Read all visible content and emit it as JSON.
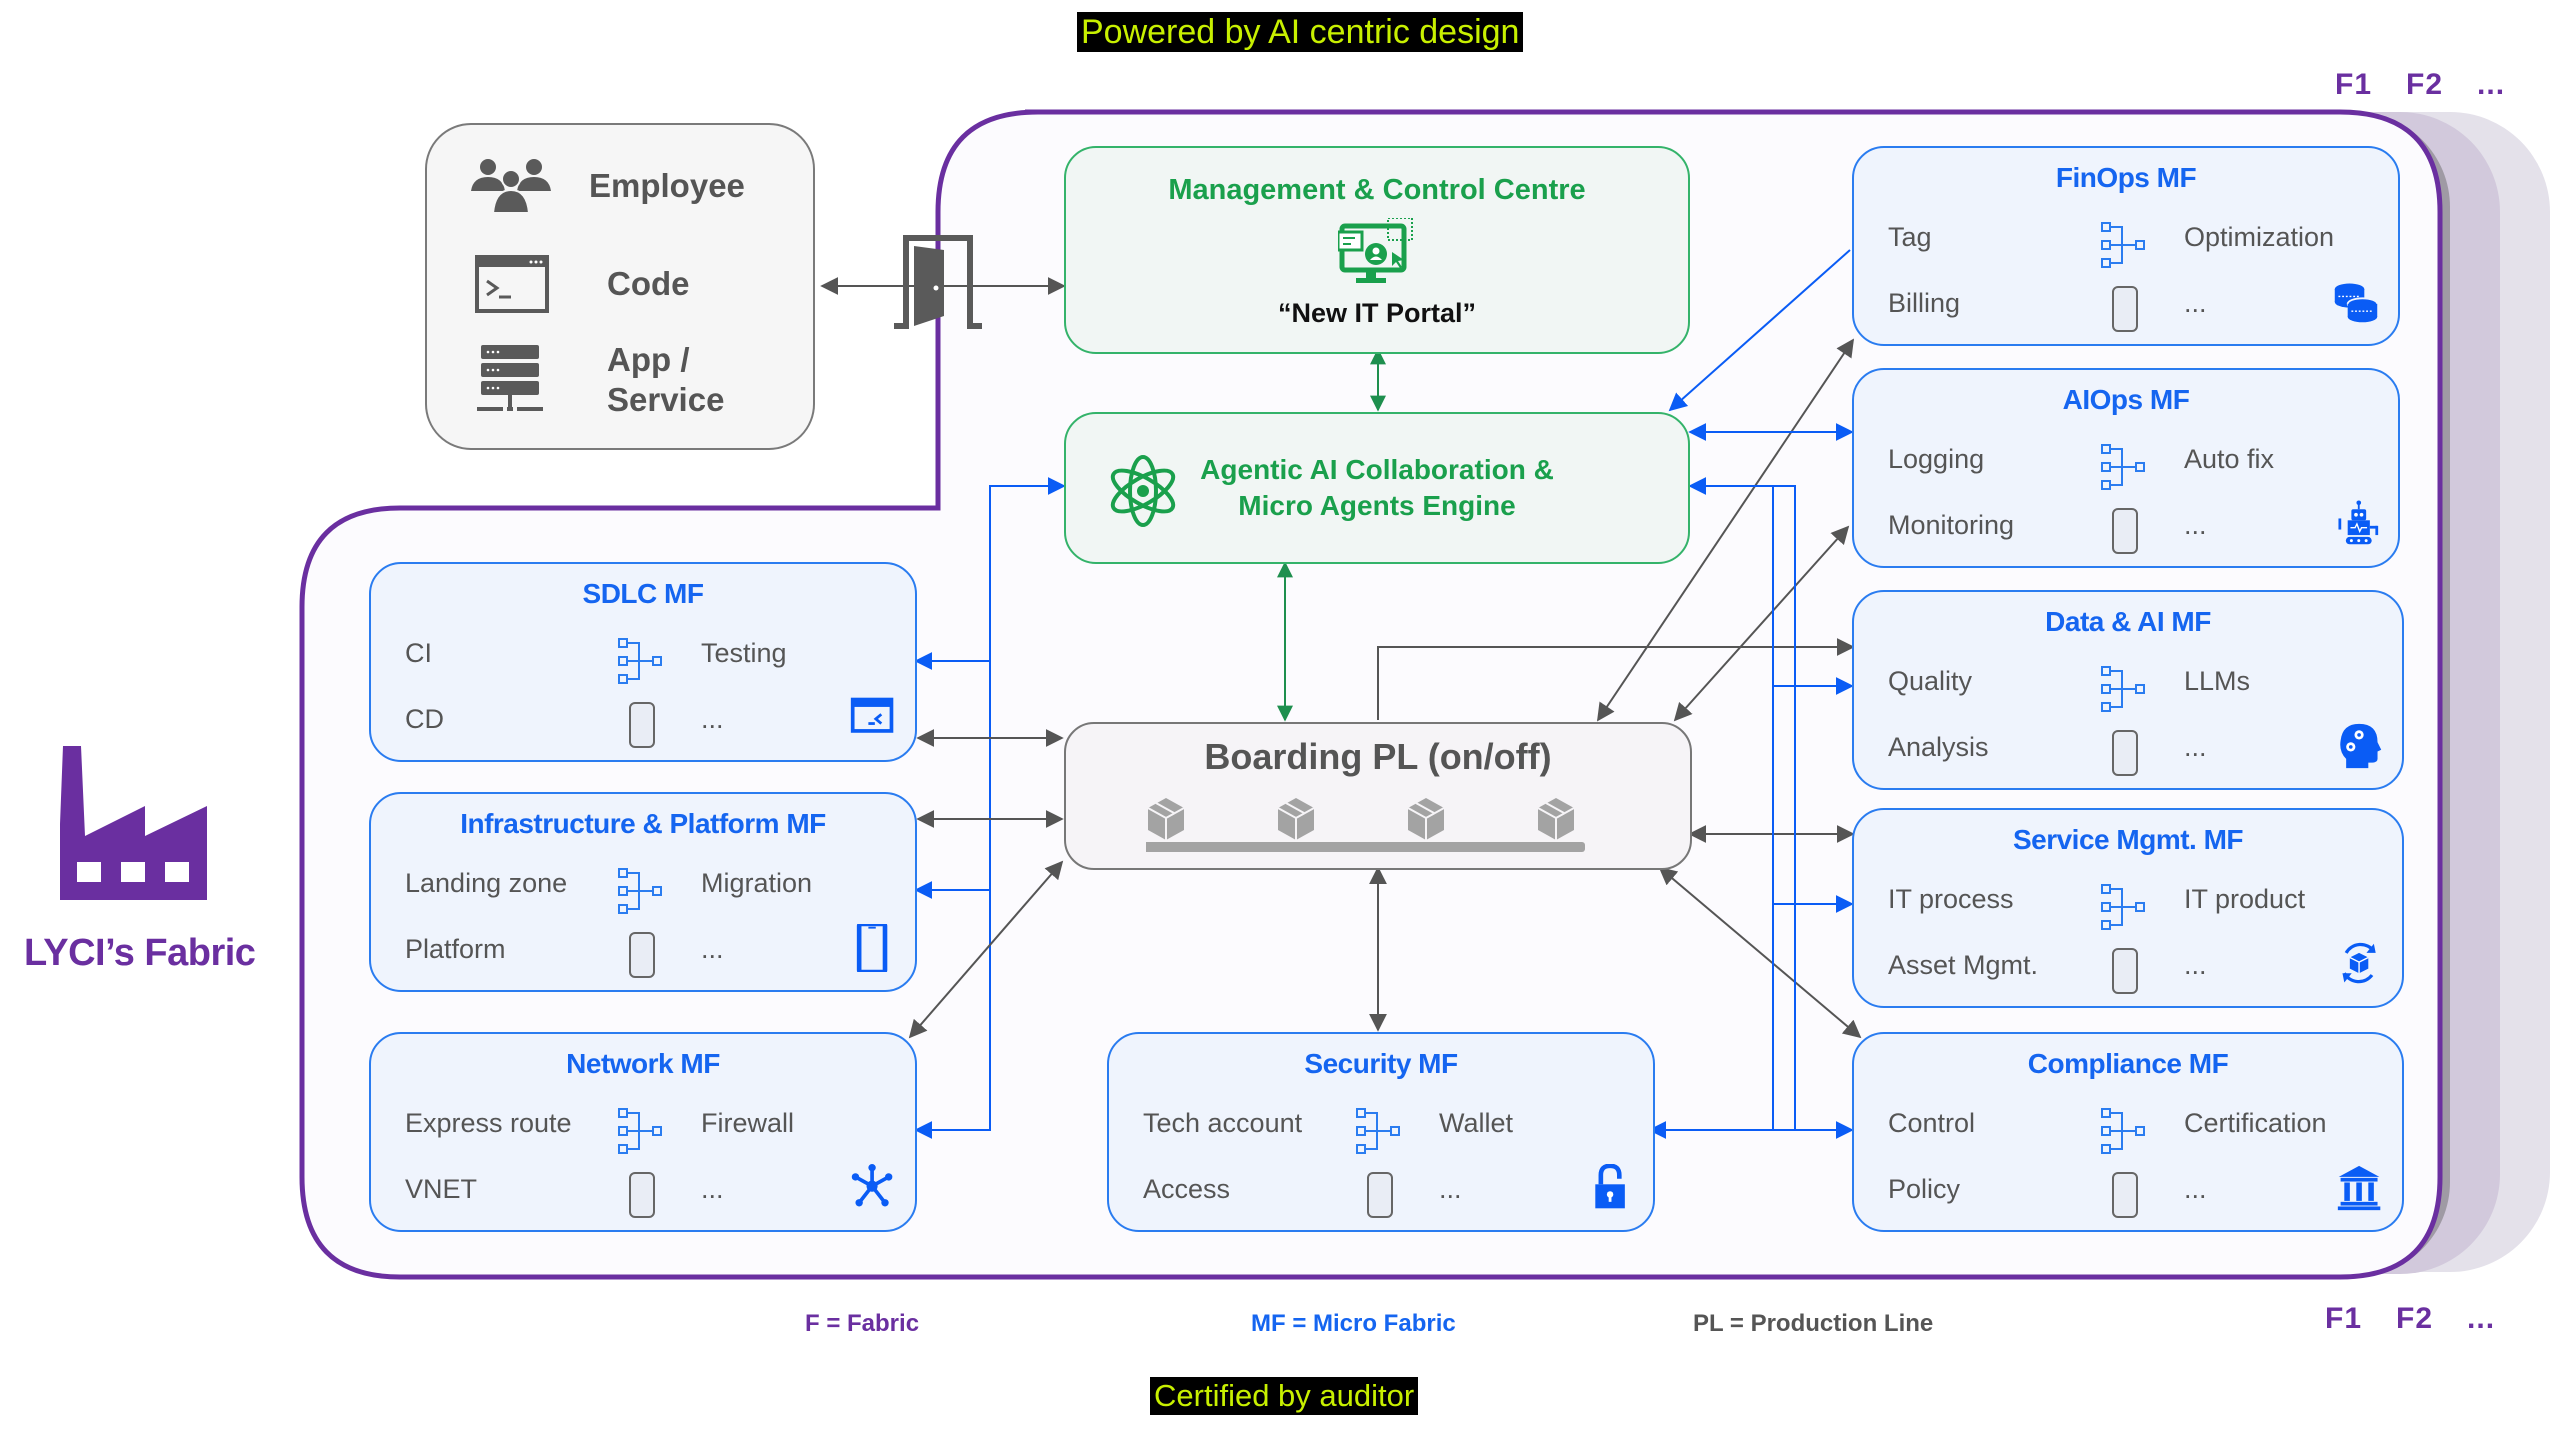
{
  "banners": {
    "top": "Powered by AI centric design",
    "bottom": "Certified by auditor"
  },
  "fabric_instances": {
    "top": [
      "F1",
      "F2",
      "..."
    ],
    "bottom": [
      "F1",
      "F2",
      "..."
    ]
  },
  "fabric_logo": {
    "icon": "factory-icon",
    "label": "LYCI’s Fabric"
  },
  "actors": {
    "items": [
      {
        "icon": "people-group-icon",
        "label": "Employee"
      },
      {
        "icon": "terminal-window-icon",
        "label": "Code"
      },
      {
        "icon": "server-stack-icon",
        "label_line1": "App /",
        "label_line2": "Service"
      }
    ]
  },
  "gateway": {
    "icon": "door-open-icon"
  },
  "management": {
    "title": "Management & Control Centre",
    "icon": "portal-monitor-icon",
    "subtitle": "“New IT Portal”"
  },
  "agentic": {
    "icon": "atom-icon",
    "title_line1": "Agentic AI Collaboration &",
    "title_line2": "Micro Agents Engine"
  },
  "boarding": {
    "title": "Boarding PL (on/off)",
    "icon": "conveyor-boxes-icon",
    "box_count": 4
  },
  "micro_fabrics": [
    {
      "id": "sdlc",
      "title": "SDLC MF",
      "items": [
        "CI",
        "Testing",
        "CD",
        "..."
      ],
      "icon": "code-window-icon"
    },
    {
      "id": "infra",
      "title": "Infrastructure & Platform MF",
      "items": [
        "Landing zone",
        "Migration",
        "Platform",
        "..."
      ],
      "icon": "mobile-device-icon"
    },
    {
      "id": "network",
      "title": "Network MF",
      "items": [
        "Express route",
        "Firewall",
        "VNET",
        "..."
      ],
      "icon": "network-hub-icon"
    },
    {
      "id": "security",
      "title": "Security MF",
      "items": [
        "Tech account",
        "Wallet",
        "Access",
        "..."
      ],
      "icon": "unlock-icon"
    },
    {
      "id": "finops",
      "title": "FinOps MF",
      "items": [
        "Tag",
        "Optimization",
        "Billing",
        "..."
      ],
      "icon": "coins-icon"
    },
    {
      "id": "aiops",
      "title": "AIOps MF",
      "items": [
        "Logging",
        "Auto fix",
        "Monitoring",
        "..."
      ],
      "icon": "robot-icon"
    },
    {
      "id": "data-ai",
      "title": "Data & AI MF",
      "items": [
        "Quality",
        "LLMs",
        "Analysis",
        "..."
      ],
      "icon": "brain-gears-icon"
    },
    {
      "id": "service",
      "title": "Service Mgmt. MF",
      "items": [
        "IT process",
        "IT product",
        "Asset Mgmt.",
        "..."
      ],
      "icon": "package-cycle-icon"
    },
    {
      "id": "compliance",
      "title": "Compliance MF",
      "items": [
        "Control",
        "Certification",
        "Policy",
        "..."
      ],
      "icon": "institution-icon"
    }
  ],
  "legend": {
    "fabric": "F = Fabric",
    "micro_fabric": "MF = Micro Fabric",
    "production_line": "PL = Production Line"
  },
  "colors": {
    "fabric_purple": "#6a2fa0",
    "micro_fabric_blue": "#1565f0",
    "agent_green": "#1aa04c",
    "connector_gray": "#555555",
    "banner_text": "#c8f000"
  }
}
